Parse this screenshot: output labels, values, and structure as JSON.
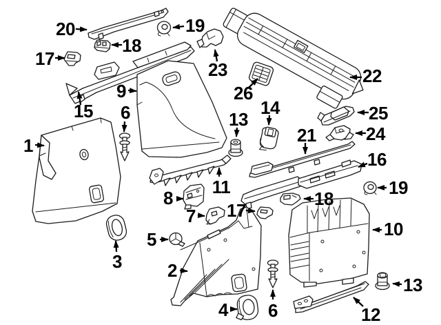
{
  "diagram": {
    "type": "exploded-parts-diagram",
    "colors": {
      "background": "#ffffff",
      "line_art": "#1a1a1a",
      "part_fill": "#ffffff",
      "part_shade": "#e6e6e6",
      "callout_text": "#000000"
    },
    "callouts": [
      {
        "id": "20",
        "number": "20"
      },
      {
        "id": "19-top",
        "number": "19"
      },
      {
        "id": "18-top",
        "number": "18"
      },
      {
        "id": "17-top",
        "number": "17"
      },
      {
        "id": "15",
        "number": "15"
      },
      {
        "id": "9",
        "number": "9"
      },
      {
        "id": "23",
        "number": "23"
      },
      {
        "id": "26",
        "number": "26"
      },
      {
        "id": "22",
        "number": "22"
      },
      {
        "id": "6-upper",
        "number": "6"
      },
      {
        "id": "1",
        "number": "1"
      },
      {
        "id": "13-mid",
        "number": "13"
      },
      {
        "id": "14",
        "number": "14"
      },
      {
        "id": "25",
        "number": "25"
      },
      {
        "id": "21",
        "number": "21"
      },
      {
        "id": "24",
        "number": "24"
      },
      {
        "id": "16",
        "number": "16"
      },
      {
        "id": "11",
        "number": "11"
      },
      {
        "id": "19-right",
        "number": "19"
      },
      {
        "id": "8",
        "number": "8"
      },
      {
        "id": "18-mid",
        "number": "18"
      },
      {
        "id": "7",
        "number": "7"
      },
      {
        "id": "17-mid",
        "number": "17"
      },
      {
        "id": "5",
        "number": "5"
      },
      {
        "id": "3",
        "number": "3"
      },
      {
        "id": "2",
        "number": "2"
      },
      {
        "id": "10",
        "number": "10"
      },
      {
        "id": "4",
        "number": "4"
      },
      {
        "id": "6-lower",
        "number": "6"
      },
      {
        "id": "13-right",
        "number": "13"
      },
      {
        "id": "12",
        "number": "12"
      }
    ]
  }
}
